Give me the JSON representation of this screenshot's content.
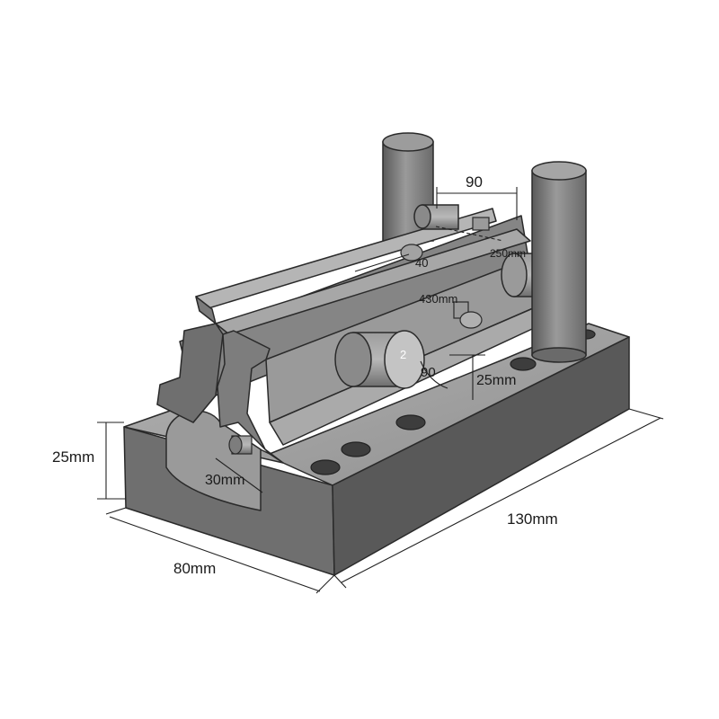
{
  "figure": {
    "subject": "isometric mechanical fixture with rails, posts and holes",
    "colors": {
      "background": "#ffffff",
      "metal_light": "#a9a9a9",
      "metal_mid": "#8a8a8a",
      "metal_dark": "#5f5f5f",
      "outline": "#2a2a2a",
      "dimension_line": "#222222"
    }
  },
  "dimensions": {
    "length_130": "130mm",
    "width_80": "80mm",
    "height_25_left": "25mm",
    "slot_30": "30mm",
    "boss_25": "25mm",
    "top_90": "90",
    "angle_90": "90",
    "small_2": "2",
    "rail_40": "40",
    "rail_430": "430mm",
    "top_250": "250mm"
  }
}
